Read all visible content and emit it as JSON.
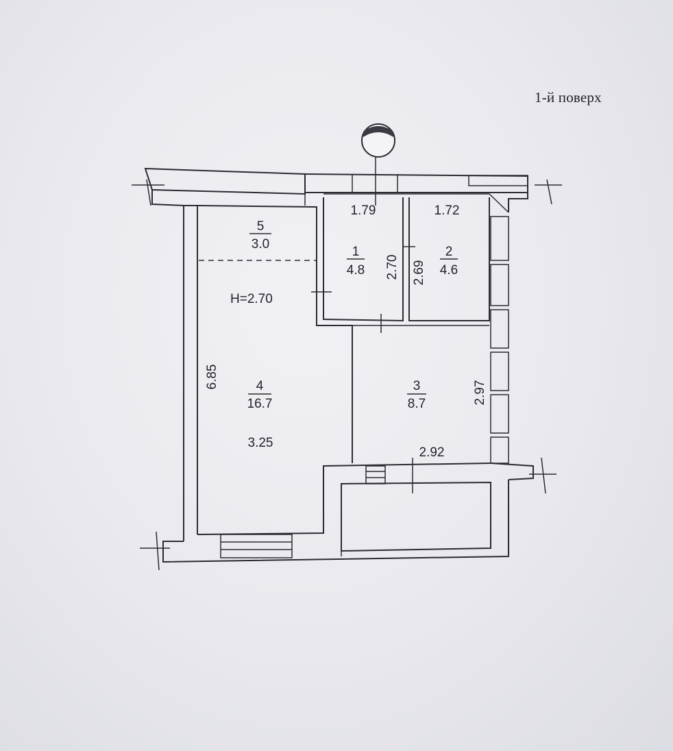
{
  "floor_label": "1-й поверх",
  "ceiling_height": "H=2.70",
  "rooms": [
    {
      "number": "1",
      "area": "4.8"
    },
    {
      "number": "2",
      "area": "4.6"
    },
    {
      "number": "3",
      "area": "8.7"
    },
    {
      "number": "4",
      "area": "16.7"
    },
    {
      "number": "5",
      "area": "3.0"
    }
  ],
  "dimensions": {
    "room1_width": "1.79",
    "room1_length": "2.70",
    "room2_width": "1.72",
    "room2_length": "2.69",
    "room3_length": "2.97",
    "room3_width": "2.92",
    "room4_length": "6.85",
    "room4_width": "3.25"
  },
  "symbols": [
    "north-arrow-icon",
    "window-icon",
    "door-icon",
    "stair-icon"
  ]
}
